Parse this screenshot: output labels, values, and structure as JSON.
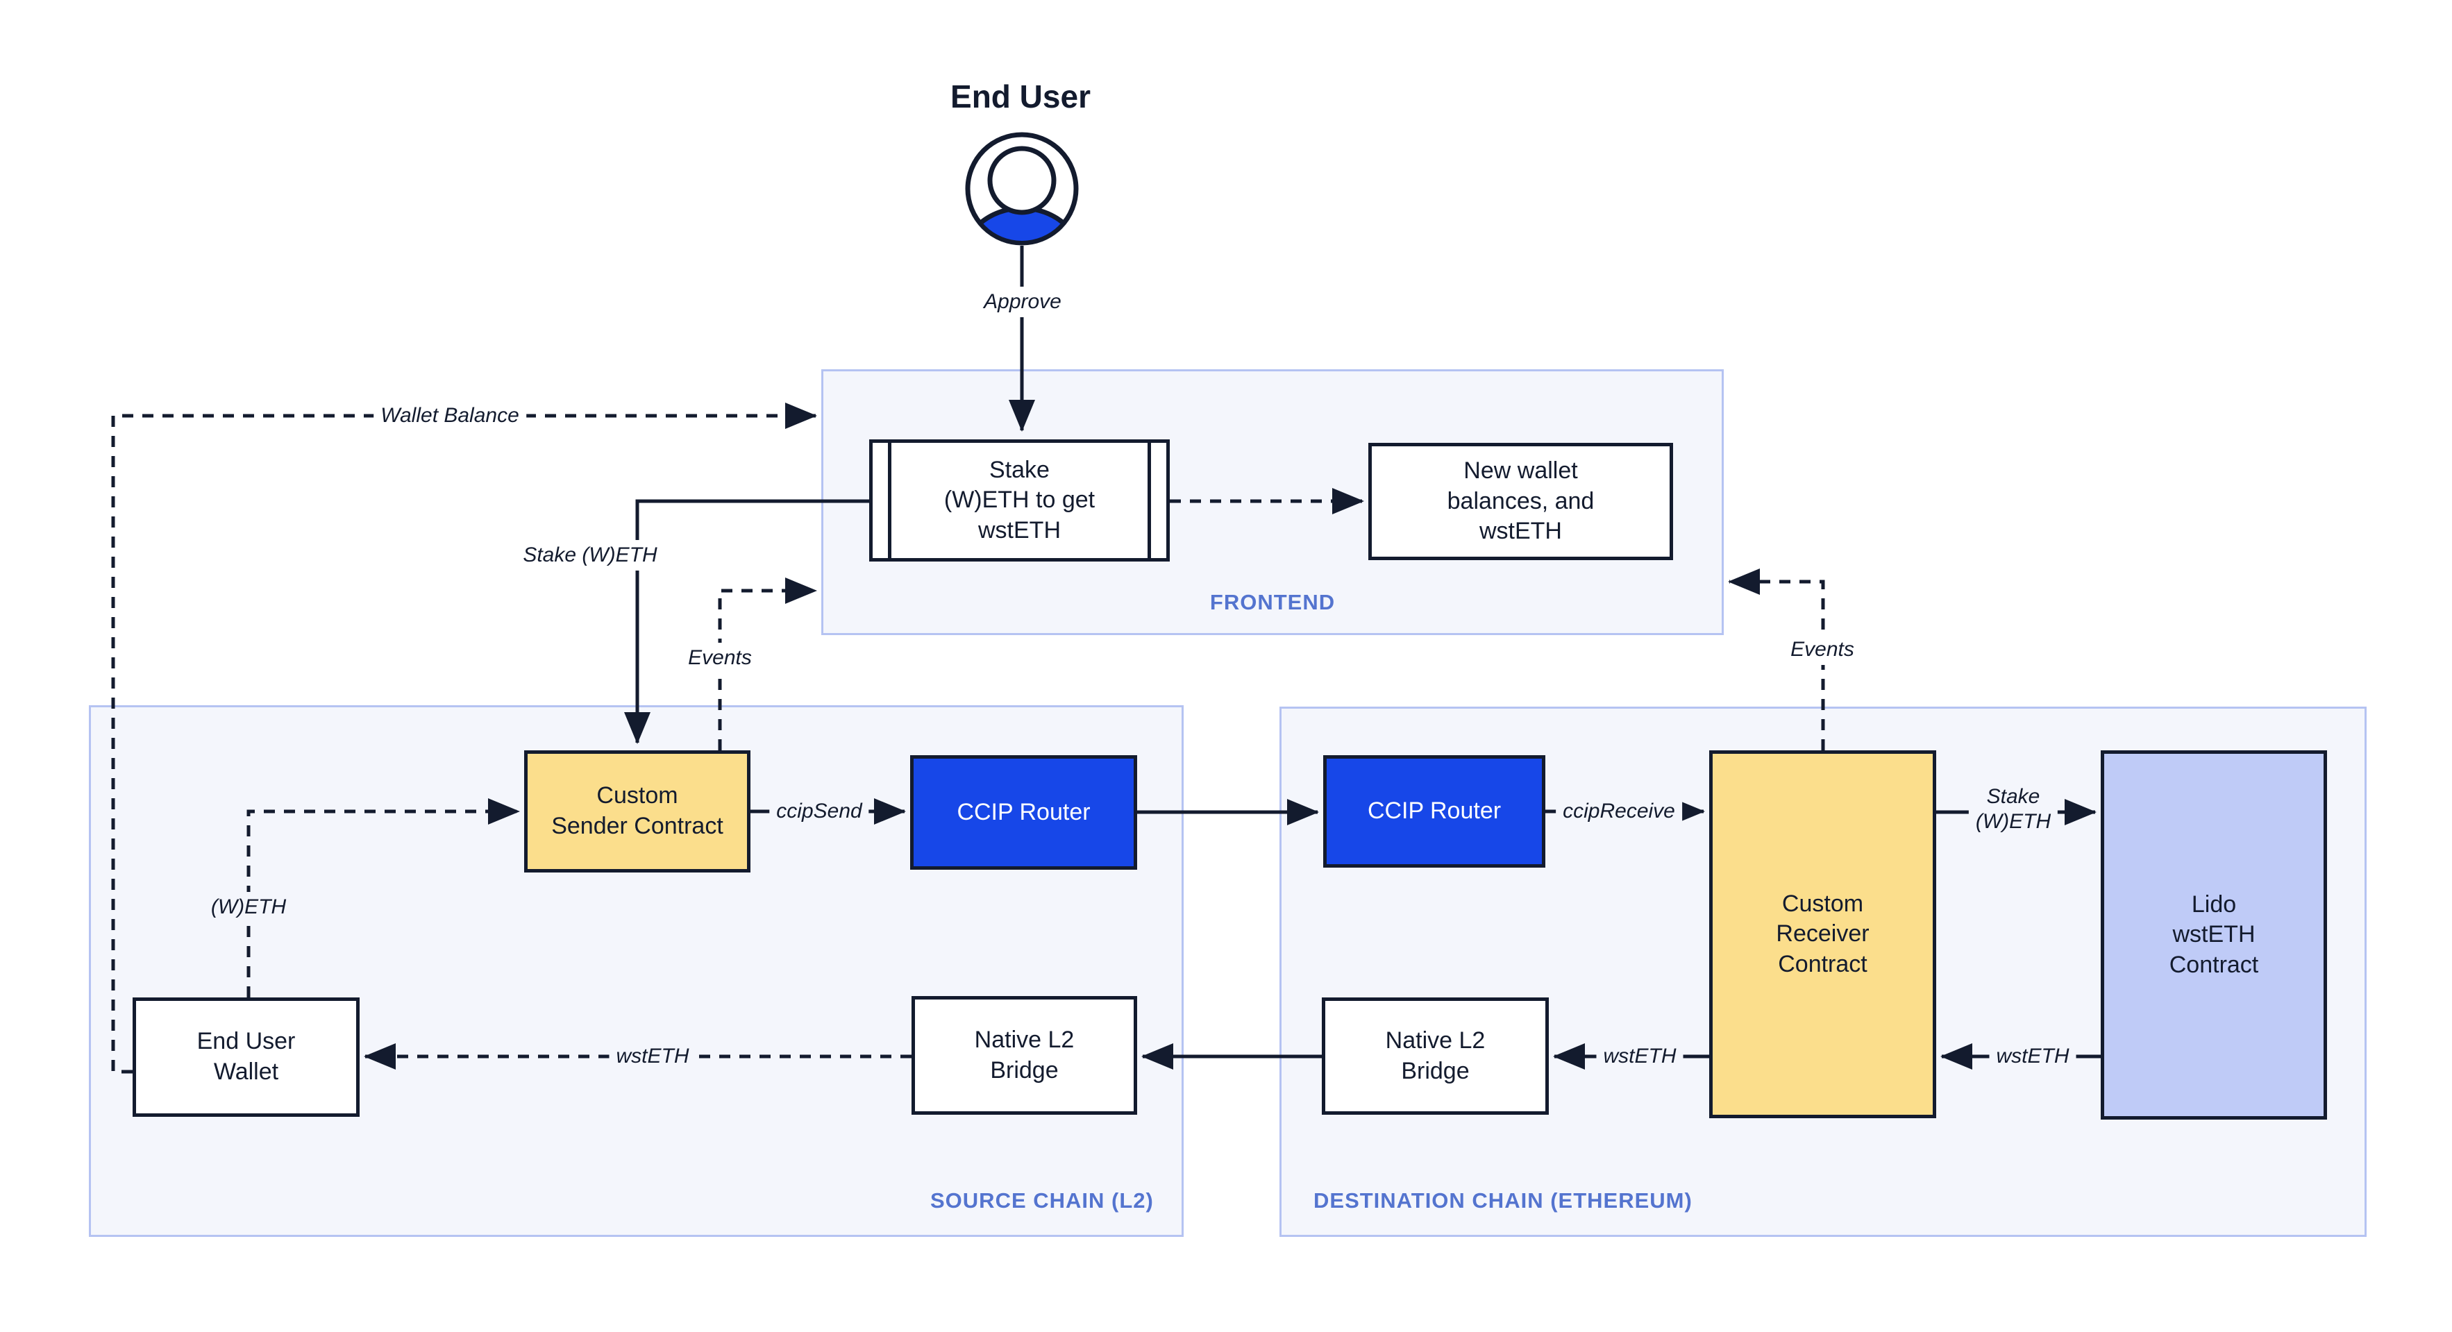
{
  "colors": {
    "accent_blue": "#1747E8",
    "node_yellow": "#FBDE8C",
    "node_lavender": "#BFCBF7",
    "container_fill": "#F4F6FC",
    "container_border": "#B5C3F2",
    "label_blue": "#5474CF",
    "ink": "#131B2E"
  },
  "actor": {
    "title": "End User",
    "approve": "Approve"
  },
  "frontend": {
    "label": "FRONTEND",
    "stake_box": "Stake\n(W)ETH to get\nwstETH",
    "new_wallet_box": "New wallet\nbalances, and\nwstETH"
  },
  "source_chain": {
    "label": "SOURCE CHAIN (L2)",
    "custom_sender": "Custom\nSender Contract",
    "ccip_router": "CCIP Router",
    "end_user_wallet": "End User\nWallet",
    "native_bridge": "Native L2\nBridge"
  },
  "destination_chain": {
    "label": "DESTINATION CHAIN (ETHEREUM)",
    "ccip_router": "CCIP Router",
    "custom_receiver": "Custom\nReceiver\nContract",
    "lido": "Lido\nwstETH\nContract",
    "native_bridge": "Native L2\nBridge"
  },
  "edge_labels": {
    "wallet_balance": "Wallet Balance",
    "stake_weth": "Stake (W)ETH",
    "events_left": "Events",
    "events_right": "Events",
    "ccip_send": "ccipSend",
    "ccip_receive": "ccipReceive",
    "weth": "(W)ETH",
    "wsteth_to_wallet": "wstETH",
    "stake_weth_dest": "Stake\n(W)ETH",
    "wsteth_from_lido": "wstETH",
    "wsteth_to_bridge": "wstETH"
  }
}
